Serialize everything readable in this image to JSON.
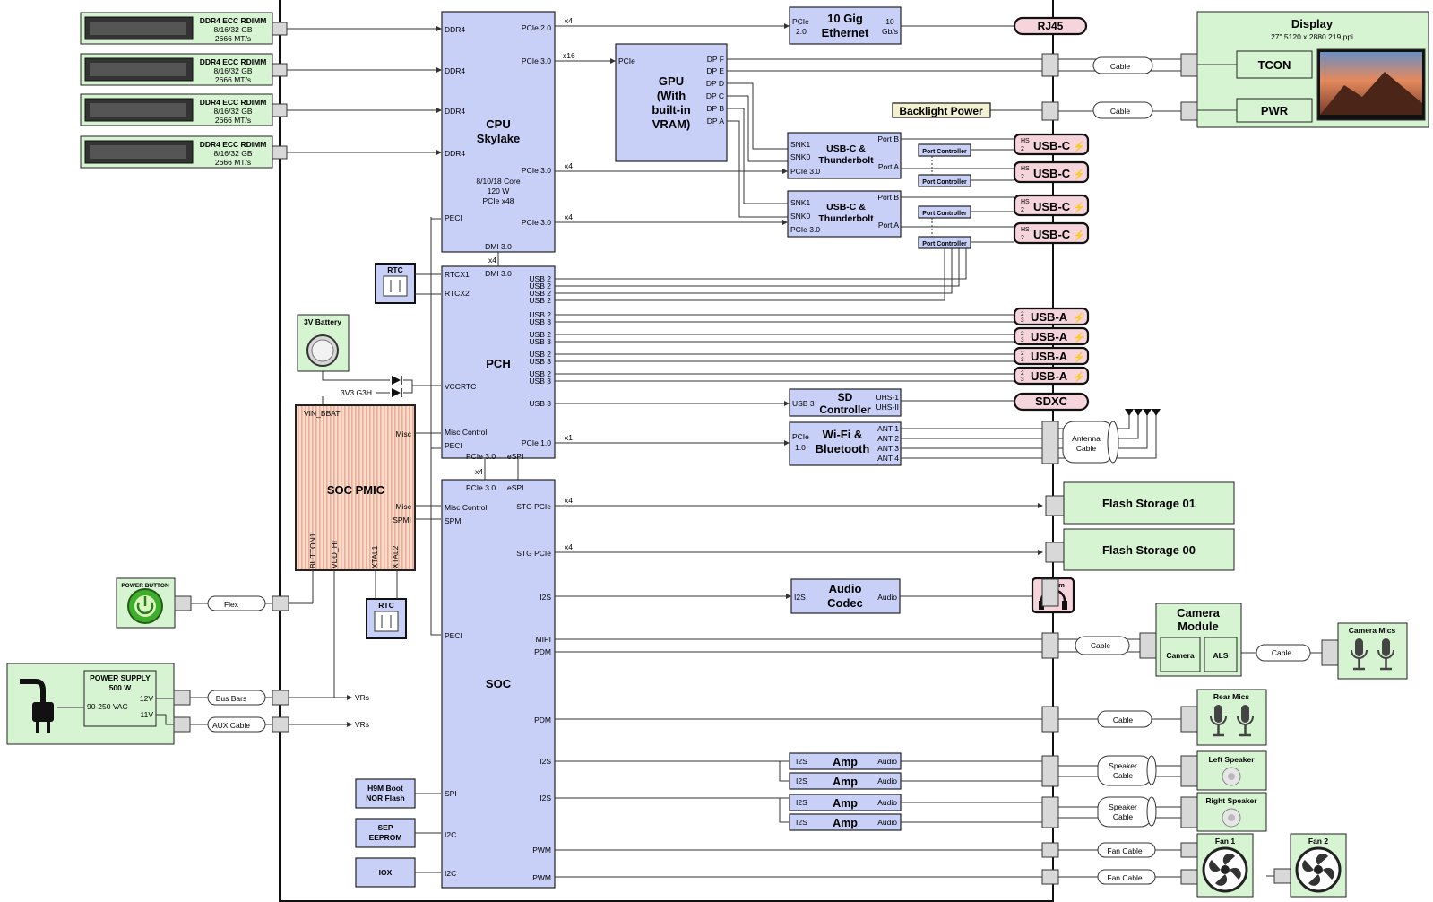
{
  "colors": {
    "soc_blue": "#c8d0f7",
    "peripheral_green": "#d6f3d2",
    "connector_pink": "#f6d4dc",
    "pmic_stripe": "#f2c9b4",
    "board_line": "#111111"
  },
  "memory": {
    "modules": [
      {
        "title": "DDR4 ECC RDIMM",
        "capacity": "8/16/32 GB",
        "speed": "2666 MT/s"
      },
      {
        "title": "DDR4 ECC RDIMM",
        "capacity": "8/16/32 GB",
        "speed": "2666 MT/s"
      },
      {
        "title": "DDR4 ECC RDIMM",
        "capacity": "8/16/32 GB",
        "speed": "2666 MT/s"
      },
      {
        "title": "DDR4 ECC RDIMM",
        "capacity": "8/16/32 GB",
        "speed": "2666 MT/s"
      }
    ]
  },
  "cpu": {
    "title_1": "CPU",
    "title_2": "Skylake",
    "spec_1": "8/10/18 Core",
    "spec_2": "120 W",
    "spec_3": "PCIe x48",
    "ddr_ports": [
      "DDR4",
      "DDR4",
      "DDR4",
      "DDR4"
    ],
    "peci": "PECI",
    "pcie20": "PCIe 2.0",
    "pcie30_a": "PCIe 3.0",
    "pcie30_b": "PCIe 3.0",
    "pcie30_c": "PCIe 3.0",
    "dmi": "DMI 3.0"
  },
  "gpu": {
    "title": [
      "GPU",
      "(With",
      "built-in",
      "VRAM)"
    ],
    "pcie": "PCIe",
    "ports": [
      "DP F",
      "DP E",
      "DP D",
      "DP C",
      "DP B",
      "DP A"
    ]
  },
  "ethernet": {
    "pcie": "PCIe",
    "pcie_ver": "2.0",
    "title_1": "10 Gig",
    "title_2": "Ethernet",
    "speed_1": "10",
    "speed_2": "Gb/s",
    "connector": "RJ45"
  },
  "display": {
    "title": "Display",
    "spec": "27\" 5120 x 2880 219 ppi",
    "tcon": "TCON",
    "pwr": "PWR",
    "cable_1": "Cable",
    "cable_2": "Cable",
    "backlight": "Backlight Power"
  },
  "thunderbolt": [
    {
      "snk1": "SNK1",
      "snk0": "SNK0",
      "pcie": "PCIe 3.0",
      "title_1": "USB-C &",
      "title_2": "Thunderbolt",
      "port_b": "Port B",
      "port_a": "Port A"
    },
    {
      "snk1": "SNK1",
      "snk0": "SNK0",
      "pcie": "PCIe 3.0",
      "title_1": "USB-C &",
      "title_2": "Thunderbolt",
      "port_b": "Port B",
      "port_a": "Port A"
    }
  ],
  "port_controller": "Port Controller",
  "usbc_label": "USB-C",
  "usba_label": "USB-A",
  "hs": "HS",
  "hs_num": "2",
  "ss_nums": [
    "2",
    "3"
  ],
  "pch": {
    "title": "PCH",
    "dmi": "DMI 3.0",
    "rtcx1": "RTCX1",
    "rtcx2": "RTCX2",
    "vccrtc": "VCCRTC",
    "misc": "Misc Control",
    "peci": "PECI",
    "pcie30": "PCIe 3.0",
    "espi": "eSPI",
    "usb3": "USB 3",
    "pcie10": "PCIe 1.0",
    "usb_pins": [
      "USB 2",
      "USB 2",
      "USB 2",
      "USB 2",
      "USB 2",
      "USB 3",
      "USB 2",
      "USB 3",
      "USB 2",
      "USB 3",
      "USB 2",
      "USB 3"
    ]
  },
  "rtc": "RTC",
  "battery": "3V Battery",
  "power_3v3": "3V3 G3H",
  "sd": {
    "usb": "USB 3",
    "title_1": "SD",
    "title_2": "Controller",
    "uhs1": "UHS-1",
    "uhs2": "UHS-II",
    "connector": "SDXC"
  },
  "wifi": {
    "pcie": "PCIe",
    "pcie_ver": "1.0",
    "title_1": "Wi-Fi &",
    "title_2": "Bluetooth",
    "ants": [
      "ANT 1",
      "ANT 2",
      "ANT 3",
      "ANT 4"
    ],
    "antenna_cable_1": "Antenna",
    "antenna_cable_2": "Cable"
  },
  "pmic": {
    "vin": "VIN_BBAT",
    "title": "SOC PMIC",
    "misc1": "Misc",
    "misc2": "Misc",
    "spmi": "SPMI",
    "pins": [
      "BUTTON1",
      "VDD_HI",
      "XTAL1",
      "XTAL2"
    ]
  },
  "soc": {
    "title": "SOC",
    "pcie30": "PCIe 3.0",
    "espi": "eSPI",
    "misc": "Misc Control",
    "spmi": "SPMI",
    "peci": "PECI",
    "spi": "SPI",
    "i2c_1": "I2C",
    "i2c_2": "I2C",
    "stg_1": "STG PCIe",
    "stg_2": "STG PCIe",
    "i2s_1": "I2S",
    "mipi": "MIPI",
    "pdm_1": "PDM",
    "pdm_2": "PDM",
    "i2s_2": "I2S",
    "i2s_3": "I2S",
    "pwm_1": "PWM",
    "pwm_2": "PWM"
  },
  "boot": {
    "h9m_1": "H9M Boot",
    "h9m_2": "NOR Flash",
    "sep_1": "SEP",
    "sep_2": "EEPROM",
    "iox": "IOX"
  },
  "lanes": {
    "x4": "x4",
    "x16": "x16",
    "x1": "x1"
  },
  "storage": [
    "Flash Storage 01",
    "Flash Storage 00"
  ],
  "audio": {
    "i2s": "I2S",
    "title_1": "Audio",
    "title_2": "Codec",
    "out": "Audio",
    "jack": "3.5 mm"
  },
  "amp": {
    "i2s": "I2S",
    "title": "Amp",
    "out": "Audio"
  },
  "camera": {
    "title_1": "Camera",
    "title_2": "Module",
    "camera": "Camera",
    "als": "ALS",
    "cable": "Cable",
    "mics": "Camera Mics",
    "mics_cable": "Cable"
  },
  "rear_mics": {
    "title": "Rear Mics",
    "cable": "Cable"
  },
  "speakers": {
    "left": "Left Speaker",
    "right": "Right Speaker",
    "cable_1": "Speaker",
    "cable_2": "Cable"
  },
  "fans": {
    "fan1": "Fan 1",
    "fan2": "Fan 2",
    "cable": "Fan Cable"
  },
  "power": {
    "button": "POWER BUTTON",
    "flex": "Flex",
    "supply_title": "POWER SUPPLY",
    "supply_watts": "500 W",
    "input": "90-250 VAC",
    "v12": "12V",
    "v11": "11V",
    "bus_bars": "Bus Bars",
    "aux_cable": "AUX Cable",
    "vrs": "VRs"
  }
}
